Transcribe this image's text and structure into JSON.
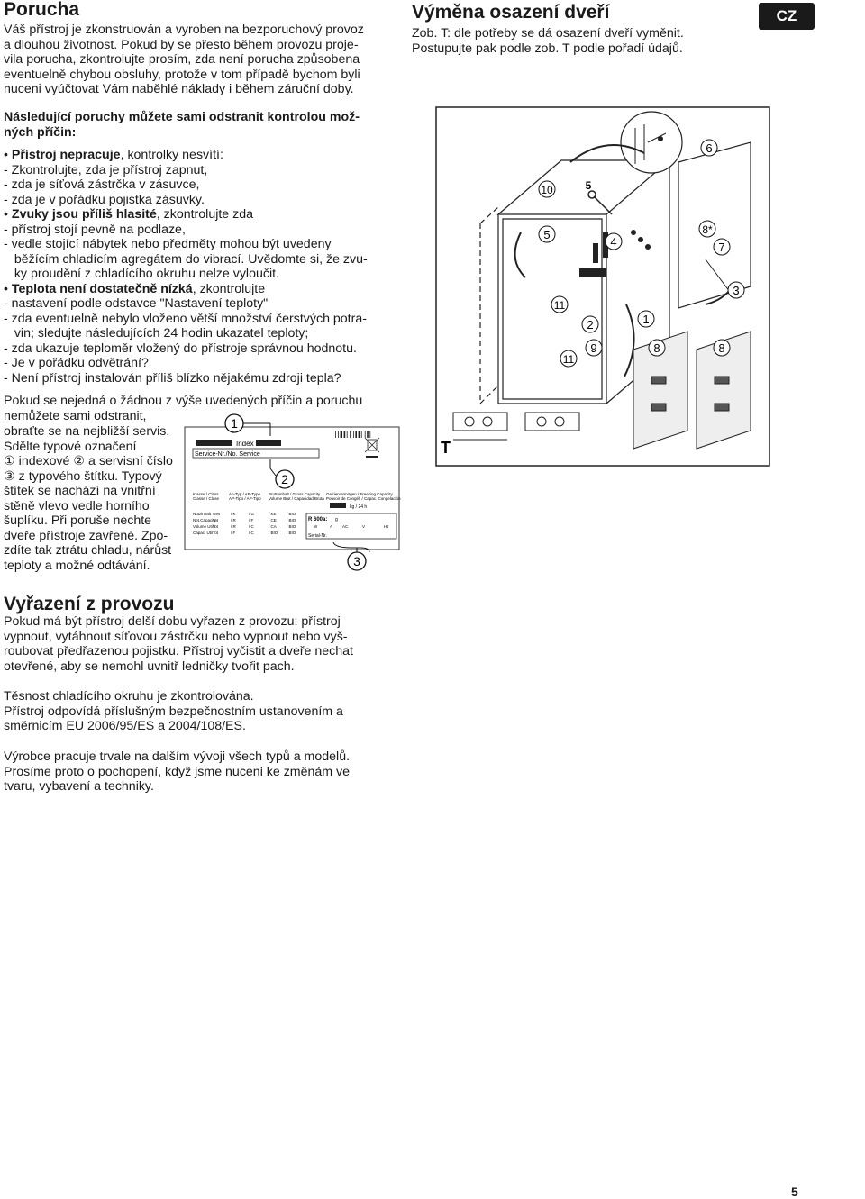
{
  "left": {
    "porucha_title": "Porucha",
    "intro": [
      "Váš přístroj je zkonstruován a vyroben na bezporuchový provoz",
      "a dlouhou životnost. Pokud by se přesto během provozu proje-",
      "vila porucha, zkontrolujte prosím, zda není porucha způsobena",
      "eventuelně chybou obsluhy, protože v tom případě bychom byli",
      "nuceni vyúčtovat Vám naběhlé náklady i během záruční doby."
    ],
    "list_heading": [
      "Následující poruchy můžete sami odstranit kontrolou mož-",
      "ných příčin:"
    ],
    "b1_bold": "Přístroj nepracuje",
    "b1_rest": ", kontrolky nesvítí:",
    "b1_items": [
      "- Zkontrolujte, zda je přístroj zapnut,",
      "- zda je síťová zástrčka v zásuvce,",
      "- zda je v pořádku pojistka zásuvky."
    ],
    "b2_bold": "Zvuky jsou příliš hlasité",
    "b2_rest": ", zkontrolujte zda",
    "b2_items": [
      "- přístroj stojí pevně na podlaze,",
      "- vedle stojící nábytek nebo předměty mohou být uvedeny",
      "   běžícím chladícím agregátem do vibrací. Uvědomte si, že zvu-",
      "   ky proudění z chladícího okruhu nelze vyloučit."
    ],
    "b3_bold": "Teplota není dostatečně nízká",
    "b3_rest": ", zkontrolujte",
    "b3_items": [
      "- nastavení podle odstavce \"Nastavení teploty\"",
      "- zda eventuelně nebylo vloženo větší množství čerstvých potra-",
      "   vin; sledujte následujících 24 hodin ukazatel teploty;",
      "- zda ukazuje teploměr vložený do přístroje správnou hodnotu.",
      "- Je v pořádku odvětrání?",
      "- Není přístroj instalován příliš blízko nějakému zdroji tepla?"
    ],
    "service_full": [
      "Pokud se nejedná o žádnou z výše uvedených příčin a poruchu",
      "nemůžete sami odstranit,"
    ],
    "service_narrow": [
      "obraťte se na nejbližší servis.",
      "Sdělte typové označení",
      "① indexové ② a servisní číslo",
      "③  z typového štítku. Typový",
      "štítek se nachází na vnitřní",
      "stěně vlevo vedle horního",
      "šuplíku. Při poruše nechte",
      "dveře přístroje zavřené. Zpo-",
      "zdíte tak ztrátu chladu, nárůst",
      "teploty a možné odtávání."
    ],
    "vyrazeni_title": "Vyřazení z provozu",
    "vyrazeni": [
      "Pokud má být přístroj delší dobu vyřazen z provozu: přístroj",
      "vypnout, vytáhnout síťovou zástrčku nebo vypnout nebo vyš-",
      "roubovat předřazenou pojistku. Přístroj vyčistit a dveře nechat",
      "otevřené, aby se nemohl uvnitř ledničky tvořit pach."
    ],
    "tesnost": [
      "Těsnost chladícího okruhu je zkontrolována.",
      "Přístroj odpovídá příslušným bezpečnostním ustanovením a",
      "směrnicím EU 2006/95/ES a 2004/108/ES."
    ],
    "vyrobce": [
      "Výrobce pracuje trvale na dalším vývoji všech typů a modelů.",
      "Prosíme proto o pochopení, když jsme nuceni ke změnám ve",
      "tvaru, vybavení a techniky."
    ]
  },
  "right": {
    "title": "Výměna osazení dveří",
    "lines": [
      "Zob. T: dle potřeby se dá osazení dveří vyměnit.",
      "Postupujte pak podle zob. T podle pořadí údajů."
    ],
    "lang_badge": "CZ"
  },
  "rating_plate": {
    "callouts": [
      "1",
      "2",
      "3"
    ],
    "index_label": "Index",
    "service_label": "Service-Nr./No. Service",
    "class_label": "Klasse / Class",
    "class_label2": "Classe / Clase",
    "type_label": "Ap-Typ / AP-Type",
    "type_label2": "AP-Tipo / AP-Tipo",
    "gross_label": "Bruttoinhalt / Gross Capacity",
    "gross_label2": "Volume Brut / Capacidad Bruta",
    "freeze_label": "Gefriervermögen / Freezing Capacity",
    "freeze_label2": "Pouvoir de Congél. / Capac. Congelación",
    "rows": [
      [
        "Nutzinhalt",
        "Ges",
        "/ K",
        "/ G",
        "/ KE",
        "/ BIO"
      ],
      [
        "Net.Capacity",
        "Tot",
        "/ R",
        "/ F",
        "/ CE",
        "/ BIO"
      ],
      [
        "Volume Utile",
        "Tot",
        "/ R",
        "/ C",
        "/ CA",
        "/ BIO"
      ],
      [
        "Capac. Util",
        "Tot",
        "/ F",
        "/ C",
        "/ BIO",
        "/ BIO"
      ]
    ],
    "kg24h": "kg / 24 h",
    "refrigerant": "R 600a:",
    "gram": "g",
    "electrical": [
      "W",
      "A",
      "AC",
      "V",
      "Hz"
    ],
    "serial": "Serial-Nr."
  },
  "diagram": {
    "label_T": "T",
    "callouts": [
      "6",
      "10",
      "5",
      "5",
      "4",
      "8*",
      "7",
      "3",
      "11",
      "2",
      "1",
      "9",
      "11",
      "8",
      "8"
    ]
  },
  "page_number": "5"
}
